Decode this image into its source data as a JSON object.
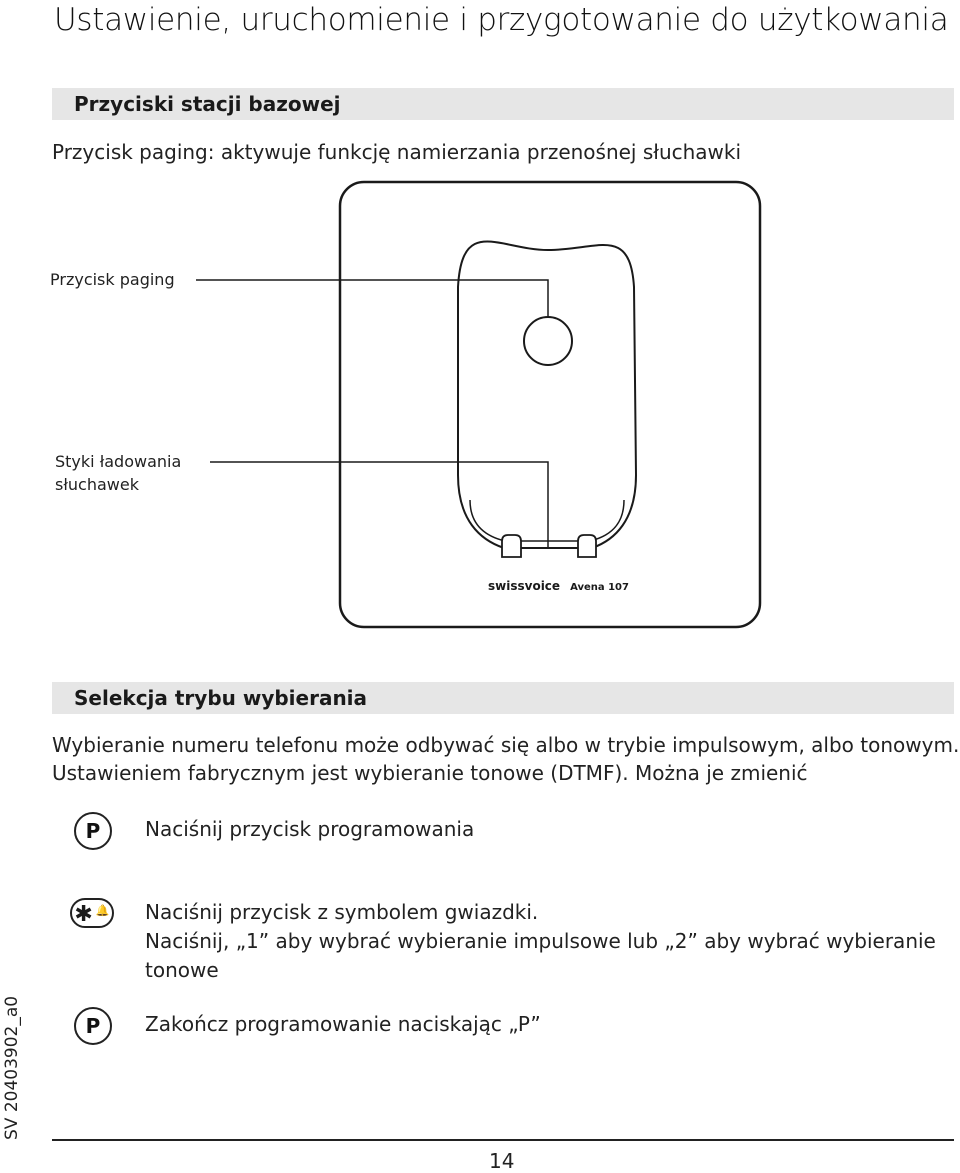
{
  "page": {
    "title": "Ustawienie, uruchomienie i przygotowanie do użytkowania",
    "page_number": "14",
    "doc_code": "SV 20403902_a0"
  },
  "section1": {
    "heading": "Przyciski stacji bazowej",
    "description": "Przycisk paging: aktywuje funkcję namierzania przenośnej słuchawki"
  },
  "figure": {
    "callout_paging": "Przycisk paging",
    "callout_contacts_line1": "Styki ładowania",
    "callout_contacts_line2": "słuchawek",
    "brand": "swissvoice",
    "model": "Avena 107"
  },
  "section2": {
    "heading": "Selekcja trybu wybierania",
    "para_line1": "Wybieranie numeru telefonu może odbywać się albo w trybie impulsowym, albo tonowym.",
    "para_line2": "Ustawieniem fabrycznym jest wybieranie tonowe (DTMF). Można je zmienić",
    "steps": [
      {
        "key_label": "P",
        "text": "Naciśnij przycisk programowania"
      },
      {
        "key_star": "✱",
        "key_bell": "🔔",
        "line1": "Naciśnij przycisk z symbolem gwiazdki.",
        "line2": "Naciśnij, „1” aby wybrać wybieranie impulsowe lub „2” aby wybrać wybieranie",
        "line3": "tonowe"
      },
      {
        "key_label": "P",
        "text": "Zakończ programowanie naciskając „P”"
      }
    ]
  }
}
